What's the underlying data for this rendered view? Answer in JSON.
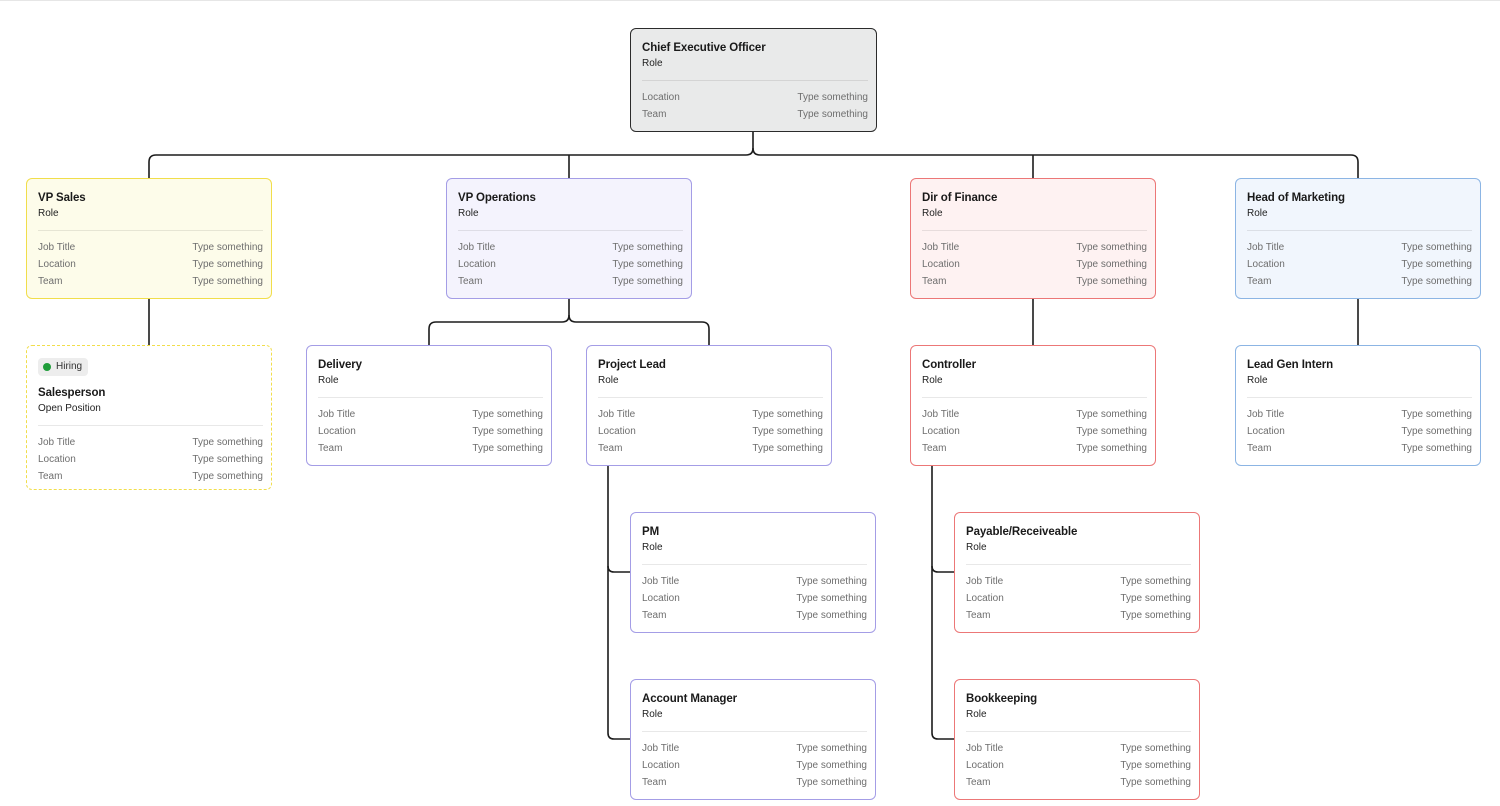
{
  "placeholder": "Type something",
  "nodes": {
    "ceo": {
      "name": "Chief Executive Officer",
      "role": "Role",
      "fields": [
        "Location",
        "Team"
      ]
    },
    "vp_sales": {
      "name": "VP Sales",
      "role": "Role",
      "fields": [
        "Job Title",
        "Location",
        "Team"
      ]
    },
    "salesperson": {
      "badge": "Hiring",
      "name": "Salesperson",
      "role": "Open Position",
      "fields": [
        "Job Title",
        "Location",
        "Team"
      ]
    },
    "vp_ops": {
      "name": "VP Operations",
      "role": "Role",
      "fields": [
        "Job Title",
        "Location",
        "Team"
      ]
    },
    "delivery": {
      "name": "Delivery",
      "role": "Role",
      "fields": [
        "Job Title",
        "Location",
        "Team"
      ]
    },
    "project_lead": {
      "name": "Project Lead",
      "role": "Role",
      "fields": [
        "Job Title",
        "Location",
        "Team"
      ]
    },
    "pm": {
      "name": "PM",
      "role": "Role",
      "fields": [
        "Job Title",
        "Location",
        "Team"
      ]
    },
    "account_manager": {
      "name": "Account Manager",
      "role": "Role",
      "fields": [
        "Job Title",
        "Location",
        "Team"
      ]
    },
    "dir_finance": {
      "name": "Dir of Finance",
      "role": "Role",
      "fields": [
        "Job Title",
        "Location",
        "Team"
      ]
    },
    "controller": {
      "name": "Controller",
      "role": "Role",
      "fields": [
        "Job Title",
        "Location",
        "Team"
      ]
    },
    "payable": {
      "name": "Payable/Receiveable",
      "role": "Role",
      "fields": [
        "Job Title",
        "Location",
        "Team"
      ]
    },
    "bookkeeping": {
      "name": "Bookkeeping",
      "role": "Role",
      "fields": [
        "Job Title",
        "Location",
        "Team"
      ]
    },
    "head_marketing": {
      "name": "Head of Marketing",
      "role": "Role",
      "fields": [
        "Job Title",
        "Location",
        "Team"
      ]
    },
    "lead_gen": {
      "name": "Lead Gen Intern",
      "role": "Role",
      "fields": [
        "Job Title",
        "Location",
        "Team"
      ]
    }
  },
  "colors": {
    "connector": "#1c1c1c",
    "exec": "#2b2b2b",
    "sales": "#f1de4b",
    "operations": "#a49de6",
    "finance": "#ec7777",
    "marketing": "#8cb5e4",
    "hiring_dot": "#1f9d3a"
  }
}
